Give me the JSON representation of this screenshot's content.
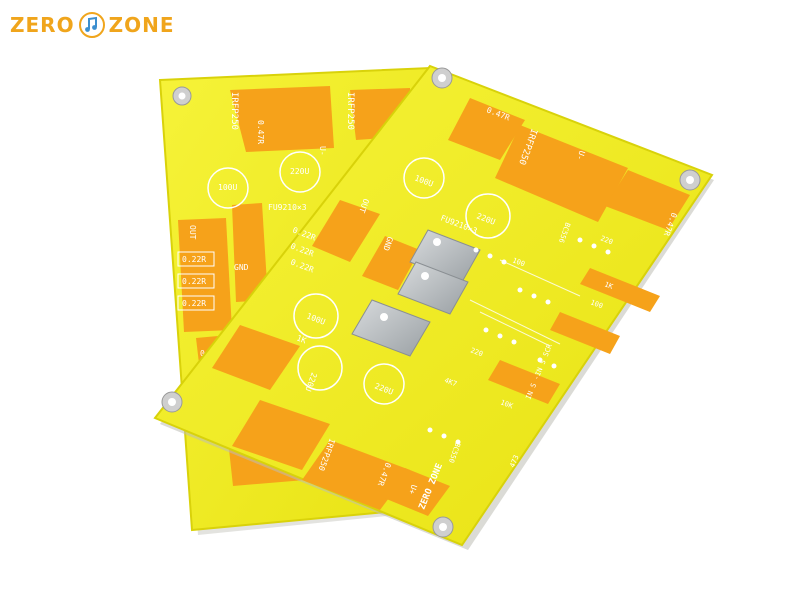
{
  "brand": {
    "word_left": "ZERO",
    "word_right": "ZONE",
    "icon": "music-note-icon",
    "color": "#f0a51c"
  },
  "board_colors": {
    "substrate": "#f2ee1c",
    "copper": "#f6a21a",
    "heatsink_pad": "#b5b9bc",
    "silkscreen": "#ffffff"
  },
  "back_board": {
    "labels": {
      "ref_top_left": "IRFP250",
      "ref_top_right": "IRFP250",
      "res_top": "0.47R",
      "u_minus": "U-",
      "cap_100u": "100U",
      "cap_220u": "220U",
      "fu": "FU9210×3",
      "out": "OUT",
      "gnd": "GND",
      "res1": "0.22R",
      "res2": "0.22R",
      "res3": "0.22R",
      "res_bottom": "0.47R"
    }
  },
  "front_board": {
    "labels": {
      "res_tl": "0.47R",
      "ref_top": "IRFP250",
      "u_minus": "U-",
      "res_tr": "0.47R",
      "cap_100u_top": "100U",
      "fu": "FU9210×3",
      "cap_220u_top": "220U",
      "out": "OUT",
      "gnd": "GND",
      "res1": "0.22R",
      "res2": "0.22R",
      "res3": "0.22R",
      "cap_100u_mid": "100U",
      "k1": "1K",
      "cap_220u_mid": "220U",
      "cap_220u_low": "220U",
      "r220a": "220",
      "r220b": "220",
      "r100a": "100",
      "r100b": "100",
      "r4k7": "4K7",
      "r1k": "1K",
      "r10k": "10K",
      "bc556": "BC556",
      "bc550": "BC550",
      "zone": "ZERO ZONE",
      "inputs": "IN S  -IN S  SCR",
      "ref_bottom": "IRFP250",
      "res_bottom": "0.47R",
      "u_plus": "U+",
      "code": "473"
    }
  }
}
